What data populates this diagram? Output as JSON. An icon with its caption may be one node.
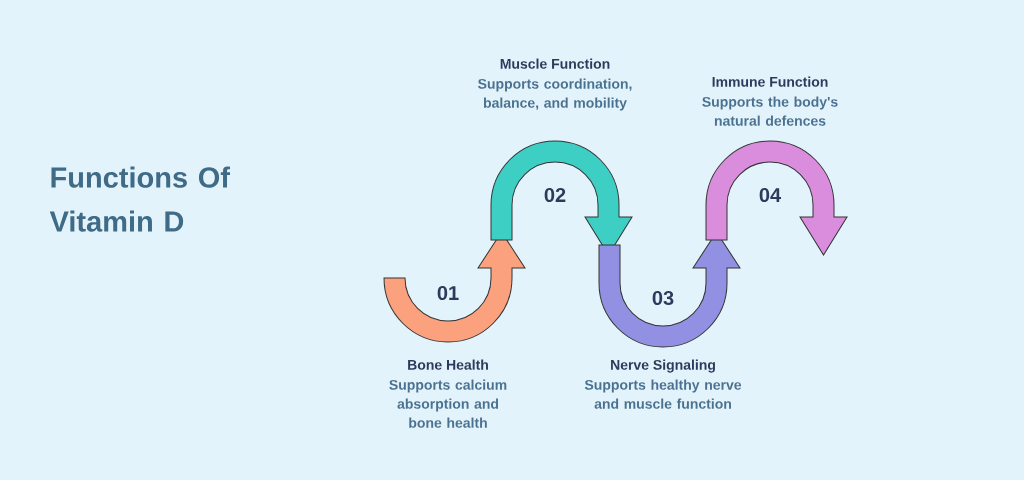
{
  "diagram": {
    "title": "Functions Of Vitamin D",
    "nodes": [
      {
        "text": [
          "01"
        ],
        "beside": [
          "Bone Health",
          "Supports calcium absorption and bone health"
        ]
      },
      {
        "text": [
          "02"
        ],
        "beside": [
          "Muscle Function",
          "Supports coordination, balance, and mobility"
        ]
      },
      {
        "text": [
          "03"
        ],
        "beside": [
          "Nerve Signaling",
          "Supports healthy nerve and muscle function"
        ]
      },
      {
        "text": [
          "04"
        ],
        "beside": [
          "Immune Function",
          "Supports the body's natural defences"
        ]
      }
    ]
  }
}
